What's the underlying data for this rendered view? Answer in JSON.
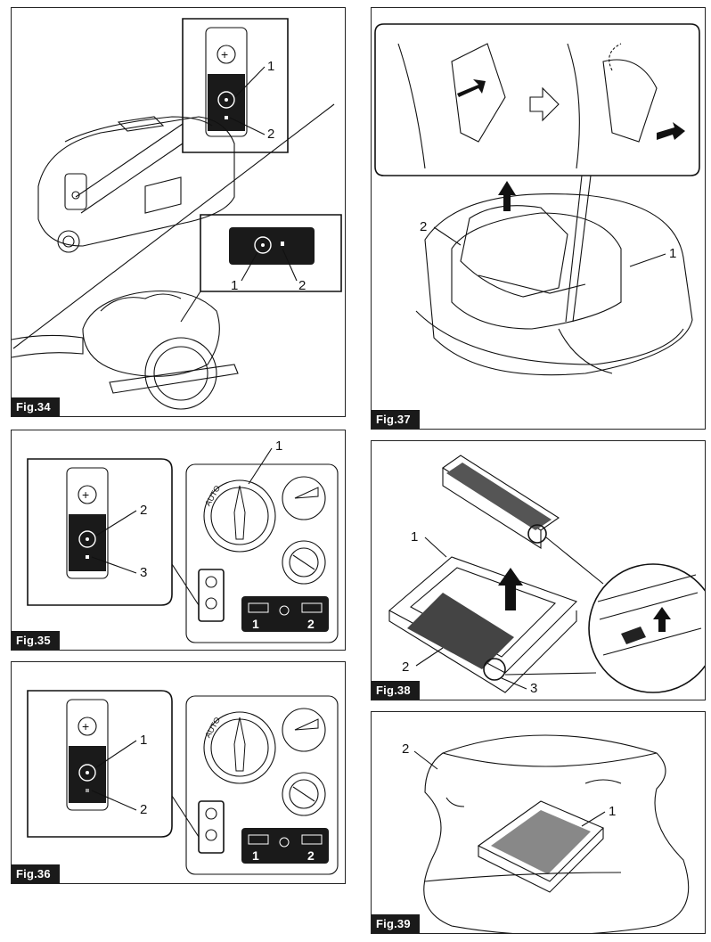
{
  "figures": {
    "fig34": {
      "label": "Fig.34",
      "callouts": [
        "1",
        "2",
        "1",
        "2"
      ]
    },
    "fig35": {
      "label": "Fig.35",
      "callouts": [
        "1",
        "2",
        "3"
      ],
      "battery_labels": [
        "1",
        "2"
      ],
      "dial_label": "AUTO"
    },
    "fig36": {
      "label": "Fig.36",
      "callouts": [
        "1",
        "2"
      ],
      "battery_labels": [
        "1",
        "2"
      ],
      "dial_label": "AUTO"
    },
    "fig37": {
      "label": "Fig.37",
      "callouts": [
        "2",
        "1"
      ]
    },
    "fig38": {
      "label": "Fig.38",
      "callouts": [
        "1",
        "2",
        "3"
      ]
    },
    "fig39": {
      "label": "Fig.39",
      "callouts": [
        "2",
        "1"
      ]
    }
  }
}
